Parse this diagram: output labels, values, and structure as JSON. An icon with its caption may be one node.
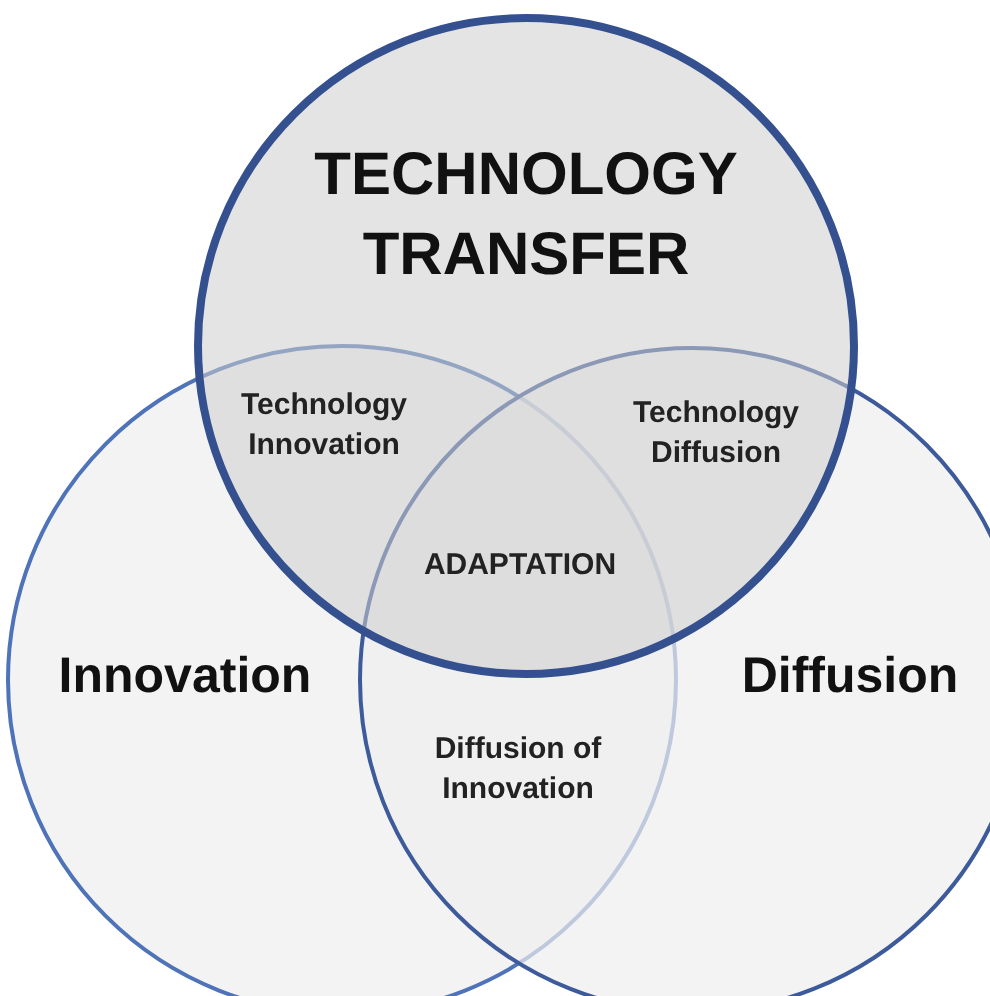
{
  "diagram": {
    "nodes": [
      {
        "text": [
          "TECHNOLOGY TRANSFER"
        ]
      },
      {
        "text": [
          "Innovation"
        ]
      },
      {
        "text": [
          "Diffusion"
        ]
      }
    ],
    "edges": [],
    "labels": [
      "Technology Innovation",
      "Technology Diffusion",
      "ADAPTATION",
      "Diffusion of Innovation"
    ]
  }
}
